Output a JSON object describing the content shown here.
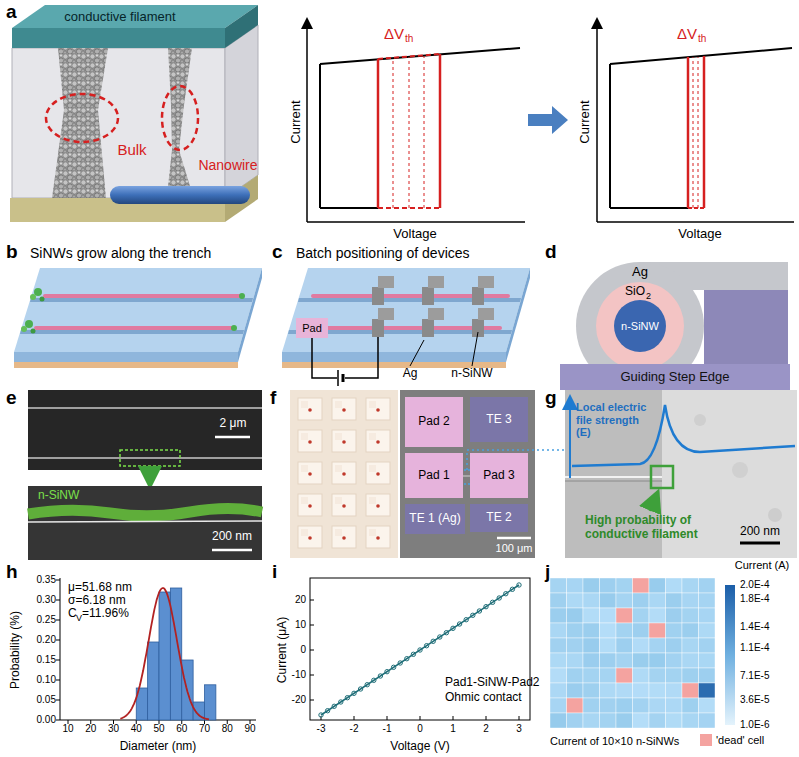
{
  "diagram": {
    "nodes": [
      {
        "text": [
          "Pad"
        ]
      },
      {
        "text": [
          "Guiding Step Edge"
        ]
      },
      {
        "text": [
          "Pad 2"
        ]
      },
      {
        "text": [
          "TE 3"
        ]
      },
      {
        "text": [
          "Pad 1"
        ]
      },
      {
        "text": [
          "Pad 3"
        ]
      },
      {
        "text": [
          "TE 1 (Ag)"
        ]
      },
      {
        "text": [
          "TE 2"
        ]
      }
    ],
    "labels": [
      "a",
      "conductive filament",
      "Bulk",
      "Nanowire",
      "ΔV",
      "th",
      "Current",
      "Voltage",
      "ΔV",
      "th",
      "Current",
      "Voltage",
      "b",
      "SiNWs grow along the trench",
      "c",
      "Batch positioning of devices",
      "Ag",
      "n-SiNW",
      "d",
      "Ag",
      "SiO",
      "2",
      "n-SiNW",
      "e",
      "2 μm",
      "n-SiNW",
      "200 nm",
      "f",
      "100 μm",
      "g",
      "Local electric file strength (E)",
      "High probability of conductive filament",
      "200 nm",
      "h",
      "μ=51.68 nm",
      "σ=6.18 nm",
      "C",
      "V",
      "=11.96%",
      "Probability (%)",
      "Diameter (nm)",
      "0.00",
      "0.05",
      "0.10",
      "0.15",
      "0.20",
      "0.25",
      "0.30",
      "0.35",
      "10",
      "20",
      "30",
      "40",
      "50",
      "60",
      "70",
      "80",
      "90",
      "i",
      "Pad1-SiNW-Pad2",
      "Ohmic contact",
      "Current (μA)",
      "Voltage (V)",
      "-20",
      "-10",
      "0",
      "10",
      "20",
      "-3",
      "-2",
      "-1",
      "0",
      "1",
      "2",
      "3",
      "j",
      "Current (A)",
      "2.0E-4",
      "1.8E-4",
      "1.4E-4",
      "1.1E-4",
      "7.1E-5",
      "3.6E-5",
      "1.0E-6",
      "Current of 10×10 n-SiNWs"
    ],
    "legend": [
      {
        "text": "'dead' cell",
        "color": "#f4a3a0"
      }
    ]
  }
}
